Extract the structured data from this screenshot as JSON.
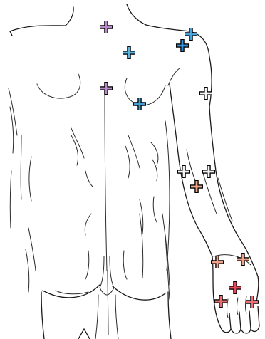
{
  "figure": {
    "subject": "posterior-body-diagram"
  },
  "markers": [
    {
      "id": "m1",
      "color": "#b98ac8"
    },
    {
      "id": "m2",
      "color": "#5ab4e0"
    },
    {
      "id": "m3",
      "color": "#3a8fd0"
    },
    {
      "id": "m4",
      "color": "#4aa2d8"
    },
    {
      "id": "m5",
      "color": "#b98ac8"
    },
    {
      "id": "m6",
      "color": "#3ba1d6"
    },
    {
      "id": "m7",
      "color": "#f2f2f2"
    },
    {
      "id": "m8",
      "color": "#f2f2f2"
    },
    {
      "id": "m9",
      "color": "#f2f2f2"
    },
    {
      "id": "m10",
      "color": "#e8a587"
    },
    {
      "id": "m11",
      "color": "#f0a28a"
    },
    {
      "id": "m12",
      "color": "#f0a28a"
    },
    {
      "id": "m13",
      "color": "#e24b5a"
    },
    {
      "id": "m14",
      "color": "#ea6e70"
    },
    {
      "id": "m15",
      "color": "#ef6f74"
    }
  ]
}
